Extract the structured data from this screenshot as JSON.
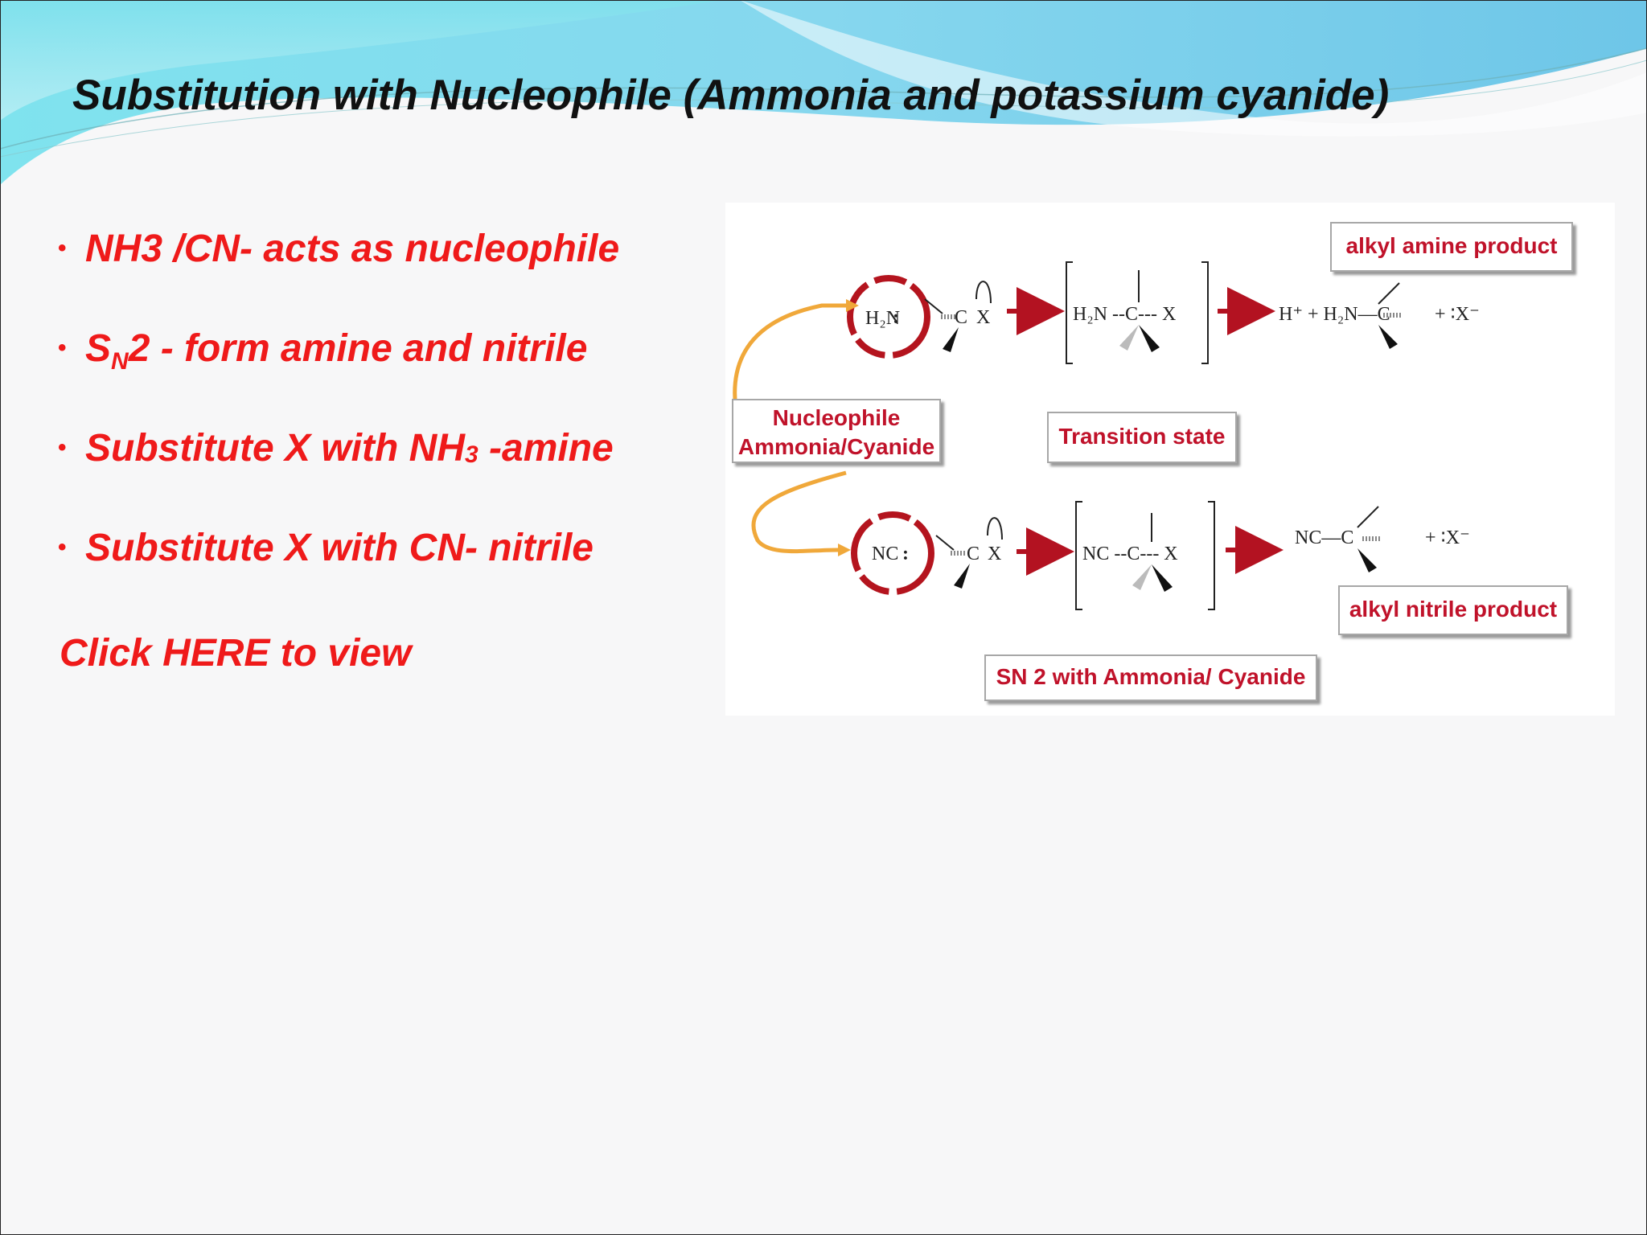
{
  "slide": {
    "title": "Substitution with Nucleophile  (Ammonia and potassium cyanide)",
    "bullets": {
      "b1": "NH3 /CN- acts as nucleophile",
      "b2_s": "S",
      "b2_n": "N",
      "b2_rest": "2 -  form amine and nitrile",
      "b3_main": "Substitute X with NH",
      "b3_sub": "3",
      "b3_rest": "  -amine",
      "b4": "Substitute X with CN- nitrile"
    },
    "link_text": "Click HERE to view",
    "bullet_symbol": "•"
  },
  "diagram": {
    "labels": {
      "alkyl_amine": "alkyl amine product",
      "nucleophile_l1": "Nucleophile",
      "nucleophile_l2": "Ammonia/Cyanide",
      "transition": "Transition state",
      "alkyl_nitrile": "alkyl nitrile product",
      "sn2_caption": "SN 2 with Ammonia/ Cyanide"
    },
    "chem": {
      "h2n": "H₂N",
      "nc_minus": "NC",
      "c": "C",
      "x": "X",
      "ts_top": "H₂N --C--- X",
      "ts_bottom": "NC  --C--- X",
      "prod_top": "H⁺ + H₂N—C",
      "prod_bottom": "NC—C",
      "plus_x": "+ ∶X⁻"
    },
    "colors": {
      "arrow_red": "#b31221",
      "circle_red": "#b4141e",
      "orange_curve": "#f0a83a"
    }
  }
}
